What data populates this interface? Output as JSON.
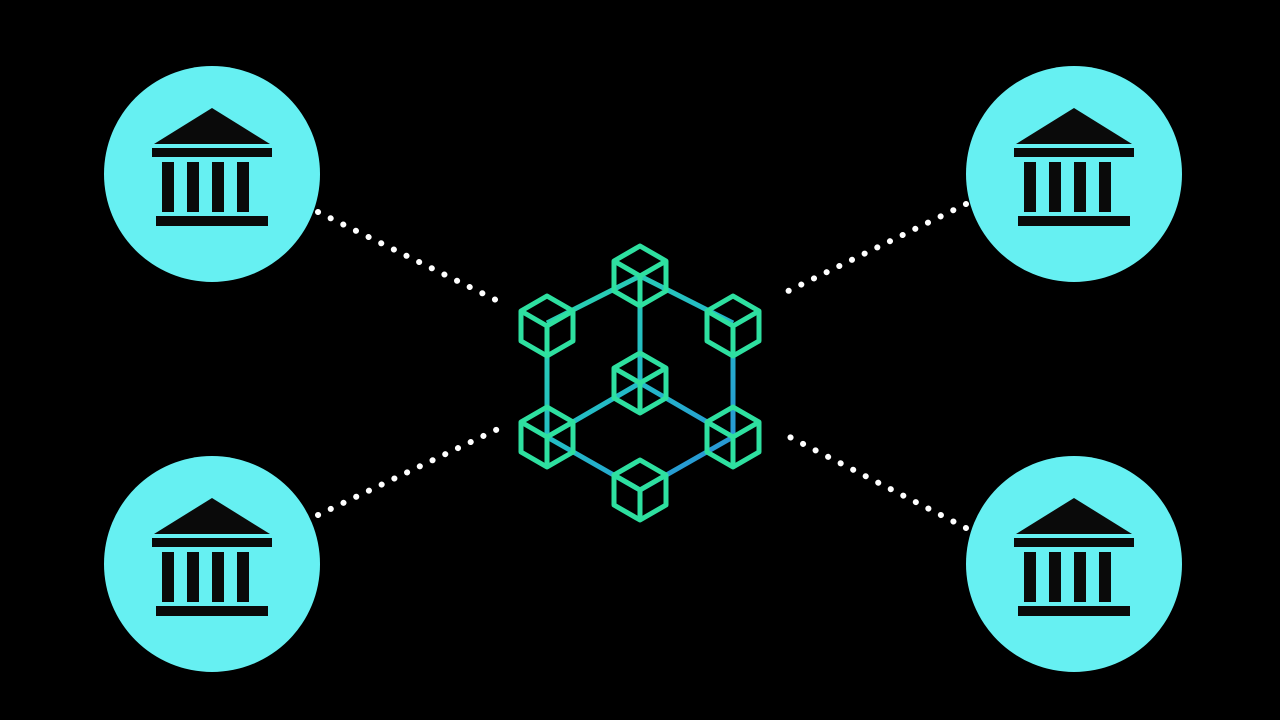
{
  "diagram": {
    "background_color": "#000000",
    "node_color": "#66F0F2",
    "icon_color": "#0A0A0A",
    "connector_color": "#FFFFFF",
    "connector_style": "dotted",
    "hub": {
      "icon": "blockchain-network-icon",
      "gradient": [
        "#2EE0A0",
        "#23B9C8",
        "#2C7BE0"
      ]
    },
    "nodes": [
      {
        "id": "top-left",
        "icon": "bank-icon"
      },
      {
        "id": "top-right",
        "icon": "bank-icon"
      },
      {
        "id": "bottom-left",
        "icon": "bank-icon"
      },
      {
        "id": "bottom-right",
        "icon": "bank-icon"
      }
    ]
  }
}
